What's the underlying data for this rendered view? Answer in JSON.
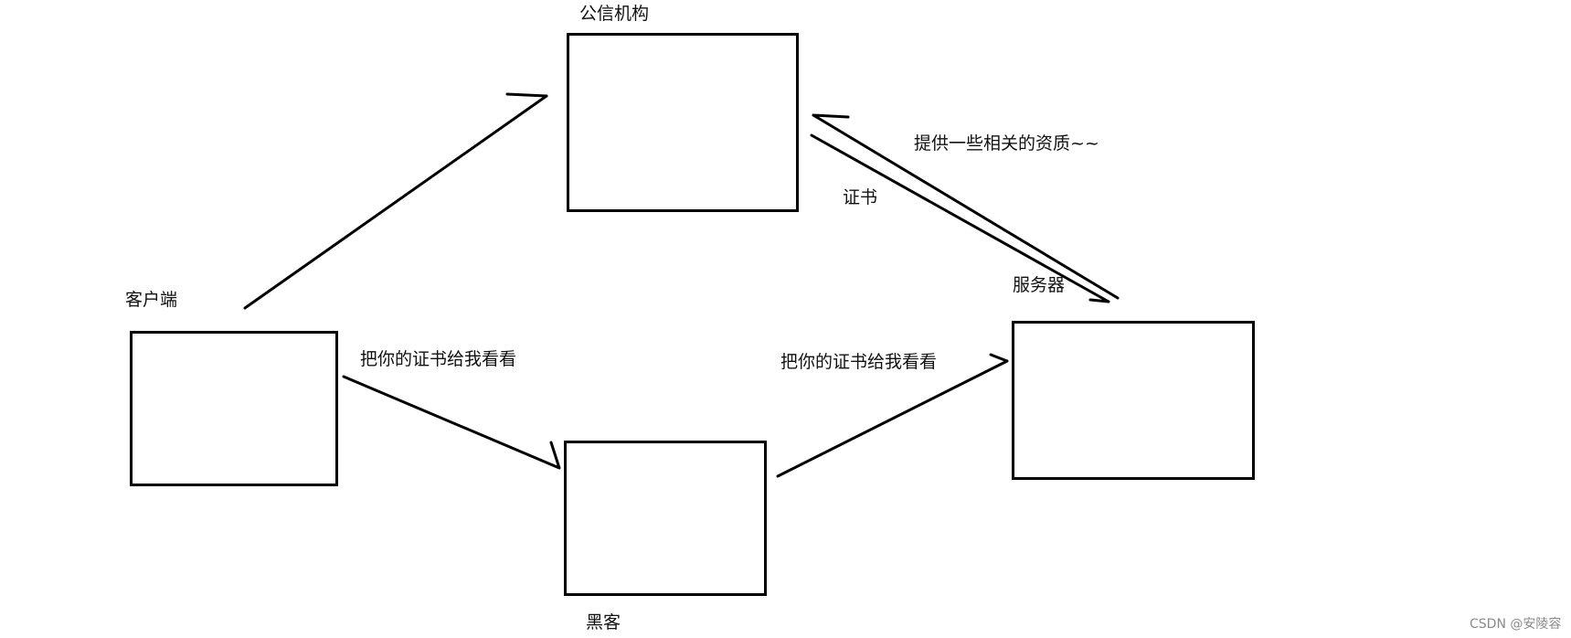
{
  "diagram": {
    "nodes": {
      "authority": {
        "label": "公信机构"
      },
      "client": {
        "label": "客户端"
      },
      "hacker": {
        "label": "黑客"
      },
      "server": {
        "label": "服务器"
      }
    },
    "edges": {
      "client_to_hacker": {
        "label": "把你的证书给我看看"
      },
      "hacker_to_server": {
        "label": "把你的证书给我看看"
      },
      "server_to_authority": {
        "label": "提供一些相关的资质~~"
      },
      "authority_to_server": {
        "label": "证书"
      }
    }
  },
  "watermark": {
    "text": "CSDN @安陵容"
  },
  "colors": {
    "stroke": "#000000",
    "text": "#111111",
    "watermark": "#8a8a8a"
  }
}
